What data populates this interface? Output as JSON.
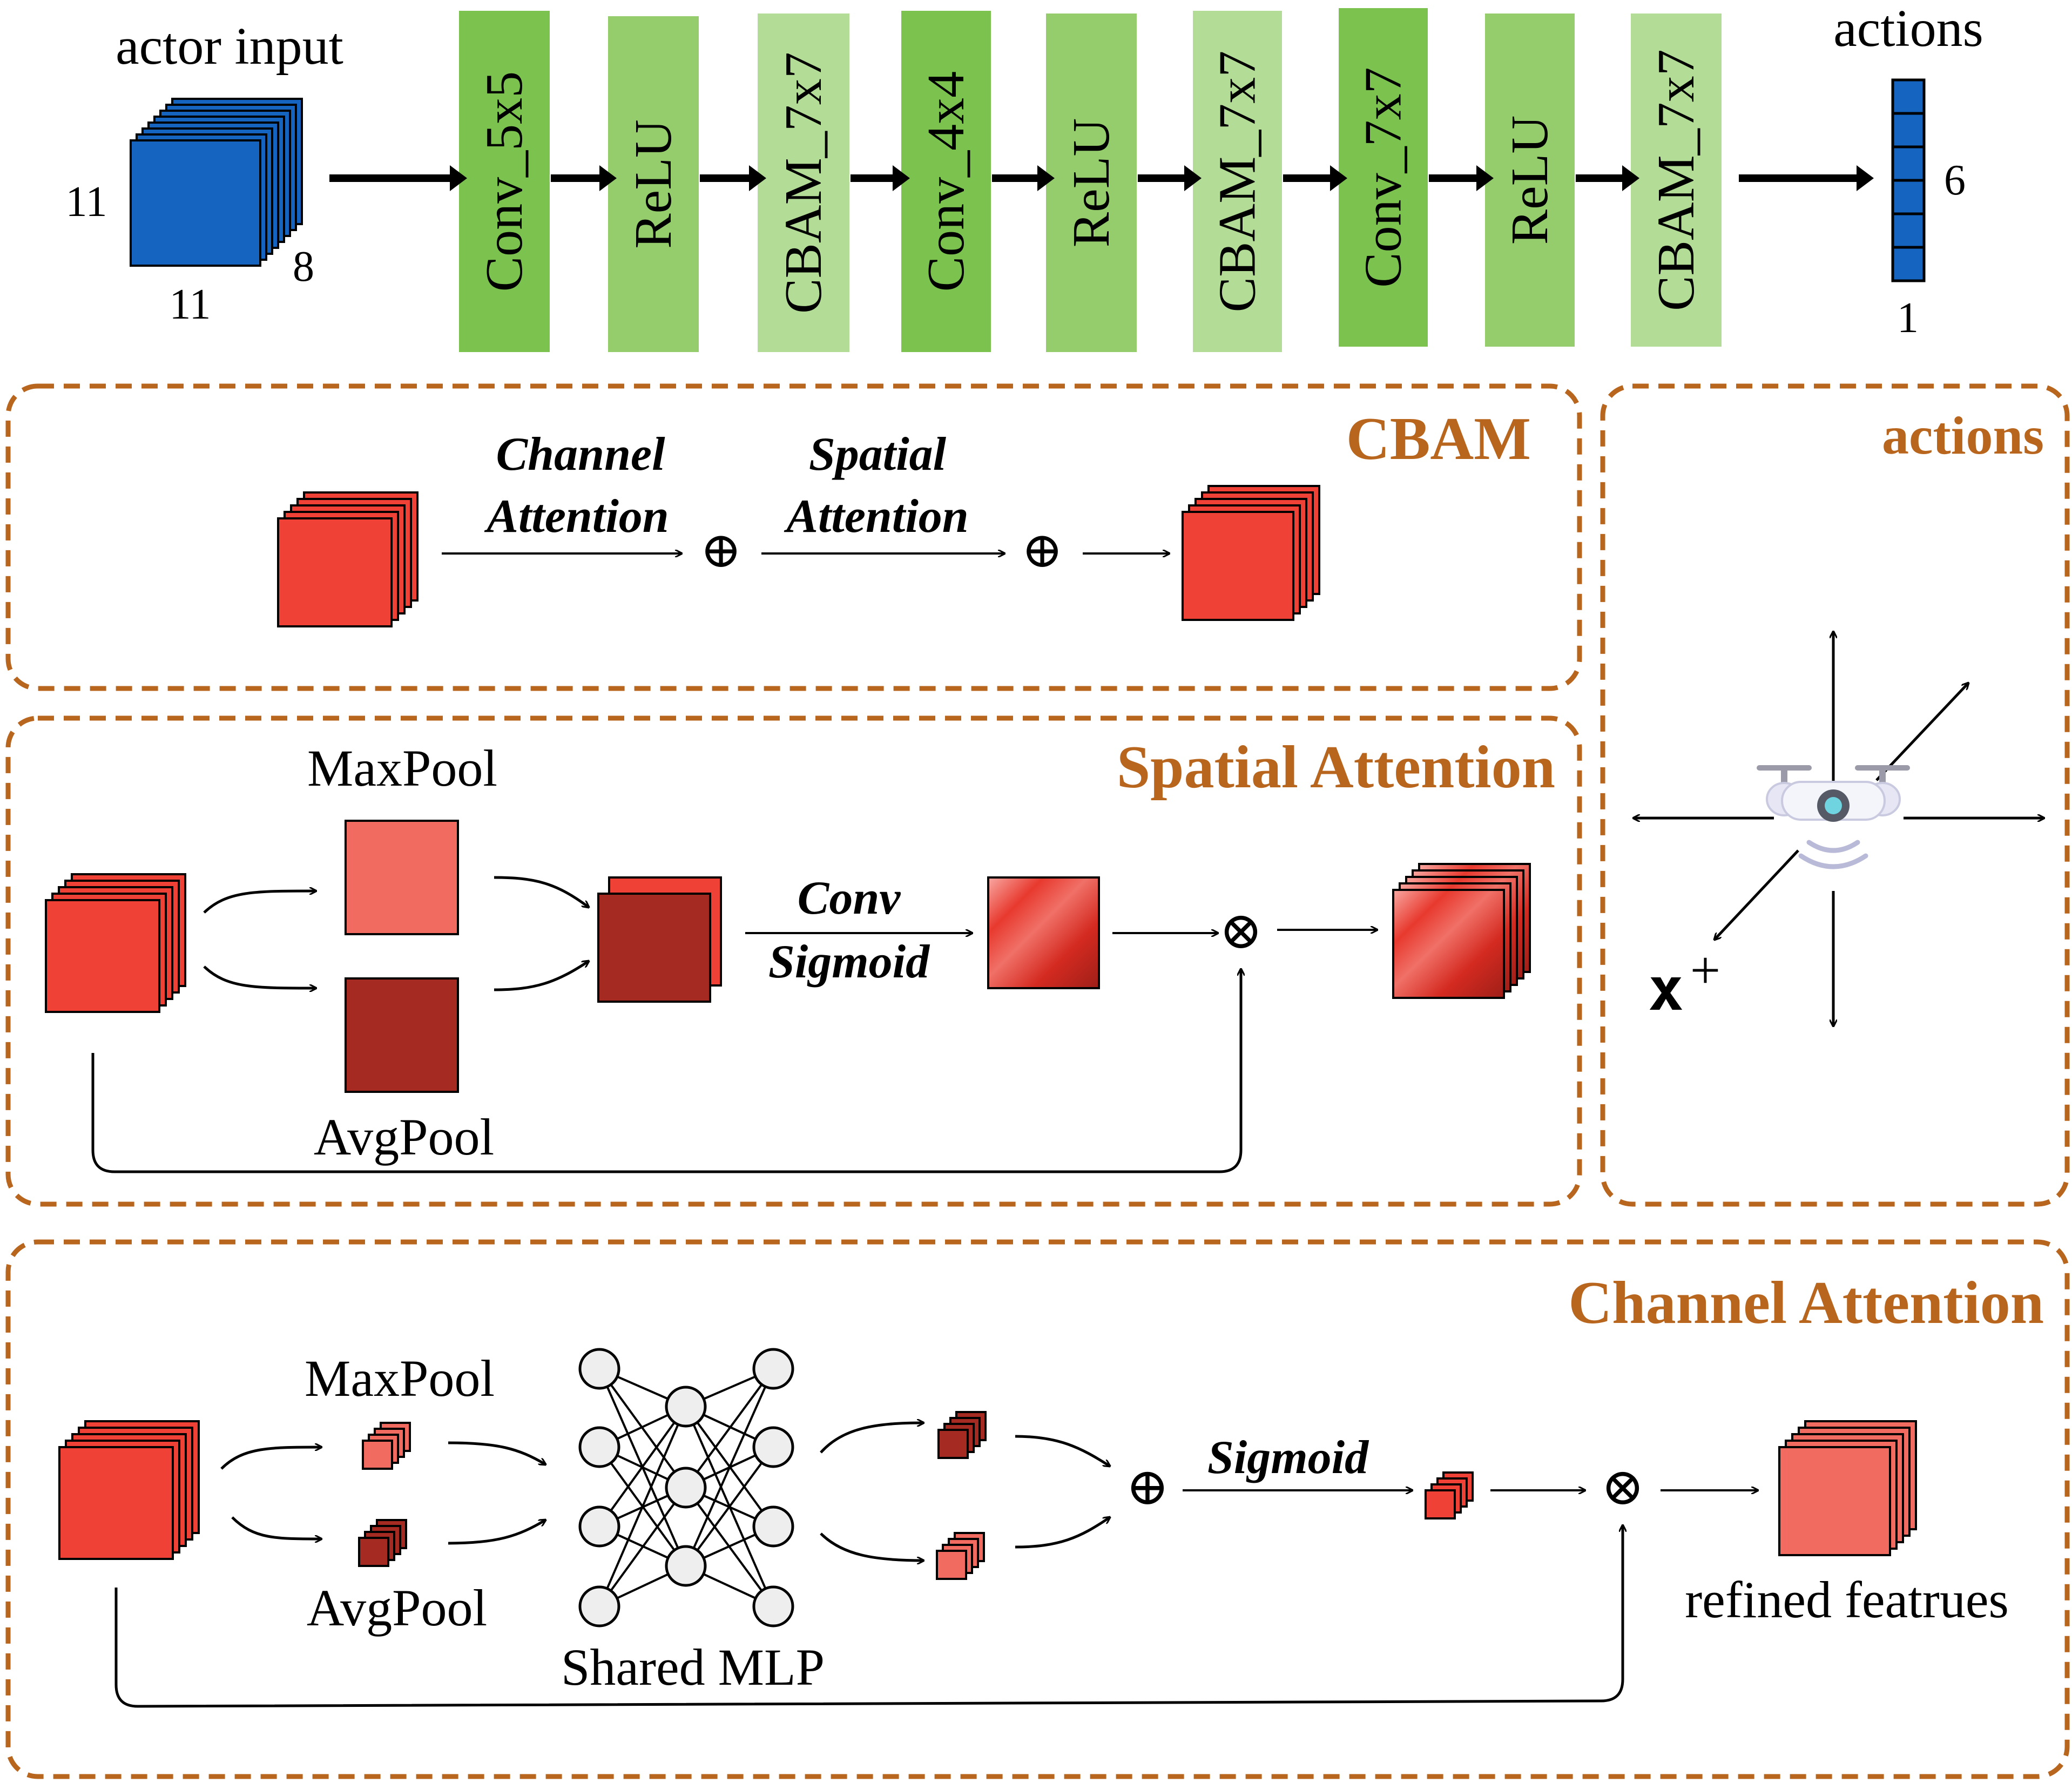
{
  "colors": {
    "blue": "#1565c0",
    "red": "#ef4136",
    "light_red": "#f26b61",
    "dark_red": "#a52a22",
    "green_dark": "#7bc24f",
    "green_mid": "#95cd6c",
    "green_light": "#b3dc96",
    "brown": "#b8651e",
    "node": "#eeeeee"
  },
  "pipeline": {
    "input_label": "actor input",
    "input_height": "11",
    "input_width": "11",
    "input_depth": "8",
    "output_label": "actions",
    "output_size": "6",
    "output_width": "1",
    "layers": [
      {
        "label": "Conv_5x5",
        "tone": "dark"
      },
      {
        "label": "ReLU",
        "tone": "mid"
      },
      {
        "label": "CBAM_7x7",
        "tone": "light"
      },
      {
        "label": "Conv_4x4",
        "tone": "dark"
      },
      {
        "label": "ReLU",
        "tone": "mid"
      },
      {
        "label": "CBAM_7x7",
        "tone": "light"
      },
      {
        "label": "Conv_7x7",
        "tone": "dark"
      },
      {
        "label": "ReLU",
        "tone": "mid"
      },
      {
        "label": "CBAM_7x7",
        "tone": "light"
      }
    ]
  },
  "cbam": {
    "title": "CBAM",
    "step1_line1": "Channel",
    "step1_line2": "Attention",
    "step2_line1": "Spatial",
    "step2_line2": "Attention",
    "op": "⊕"
  },
  "actions_panel": {
    "title": "actions",
    "axis_label": "x",
    "axis_sign": "+"
  },
  "spatial": {
    "title": "Spatial Attention",
    "maxpool": "MaxPool",
    "avgpool": "AvgPool",
    "conv": "Conv",
    "sigmoid": "Sigmoid",
    "op": "⊗"
  },
  "channel": {
    "title": "Channel Attention",
    "maxpool": "MaxPool",
    "avgpool": "AvgPool",
    "mlp": "Shared MLP",
    "sigmoid": "Sigmoid",
    "refined": "refined featrues",
    "op_add": "⊕",
    "op_mul": "⊗"
  }
}
